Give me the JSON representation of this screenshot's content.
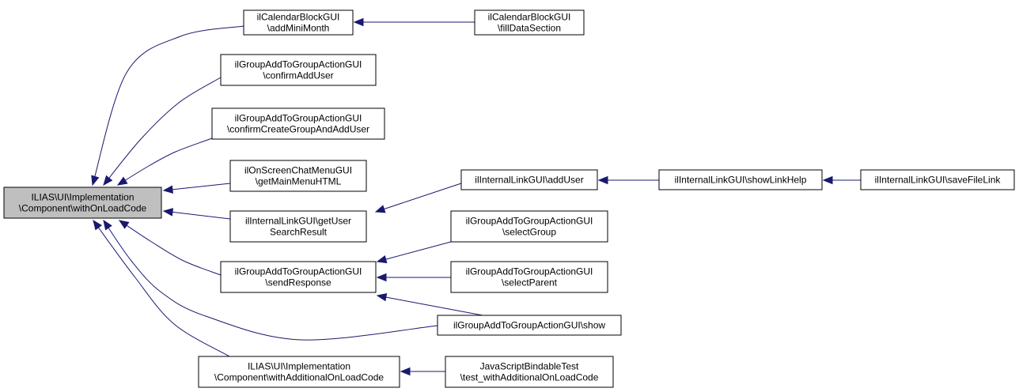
{
  "nodes": [
    {
      "id": "n0",
      "name": "node-withonloadcode",
      "root": true,
      "lines": [
        "ILIAS\\UI\\Implementation",
        "\\Component\\withOnLoadCode"
      ]
    },
    {
      "id": "n1",
      "name": "node-calendarblock-addminimonth",
      "lines": [
        "ilCalendarBlockGUI",
        "\\addMiniMonth"
      ]
    },
    {
      "id": "n2",
      "name": "node-calendarblock-filldatasection",
      "lines": [
        "ilCalendarBlockGUI",
        "\\fillDataSection"
      ]
    },
    {
      "id": "n3",
      "name": "node-groupadd-confirmadduser",
      "lines": [
        "ilGroupAddToGroupActionGUI",
        "\\confirmAddUser"
      ]
    },
    {
      "id": "n4",
      "name": "node-groupadd-confirmcreategroup",
      "lines": [
        "ilGroupAddToGroupActionGUI",
        "\\confirmCreateGroupAndAddUser"
      ]
    },
    {
      "id": "n5",
      "name": "node-onscreenchat-getmainmenuhtml",
      "lines": [
        "ilOnScreenChatMenuGUI",
        "\\getMainMenuHTML"
      ]
    },
    {
      "id": "n6",
      "name": "node-internallink-getusersearchresult",
      "lines": [
        "ilInternalLinkGUI\\getUser",
        "SearchResult"
      ]
    },
    {
      "id": "n7",
      "name": "node-internallink-adduser",
      "lines": [
        "ilInternalLinkGUI\\addUser"
      ]
    },
    {
      "id": "n8",
      "name": "node-internallink-showlinkhelp",
      "lines": [
        "ilInternalLinkGUI\\showLinkHelp"
      ]
    },
    {
      "id": "n9",
      "name": "node-internallink-savefilelink",
      "lines": [
        "ilInternalLinkGUI\\saveFileLink"
      ]
    },
    {
      "id": "n10",
      "name": "node-groupadd-sendresponse",
      "lines": [
        "ilGroupAddToGroupActionGUI",
        "\\sendResponse"
      ]
    },
    {
      "id": "n11",
      "name": "node-groupadd-selectgroup",
      "lines": [
        "ilGroupAddToGroupActionGUI",
        "\\selectGroup"
      ]
    },
    {
      "id": "n12",
      "name": "node-groupadd-selectparent",
      "lines": [
        "ilGroupAddToGroupActionGUI",
        "\\selectParent"
      ]
    },
    {
      "id": "n13",
      "name": "node-groupadd-show",
      "lines": [
        "ilGroupAddToGroupActionGUI\\show"
      ]
    },
    {
      "id": "n14",
      "name": "node-withadditionalonloadcode",
      "lines": [
        "ILIAS\\UI\\Implementation",
        "\\Component\\withAdditionalOnLoadCode"
      ]
    },
    {
      "id": "n15",
      "name": "node-jsbindabletest",
      "lines": [
        "JavaScriptBindableTest",
        "\\test_withAdditionalOnLoadCode"
      ]
    }
  ],
  "edges": [
    {
      "from": "n1",
      "to": "n0"
    },
    {
      "from": "n3",
      "to": "n0"
    },
    {
      "from": "n4",
      "to": "n0"
    },
    {
      "from": "n5",
      "to": "n0"
    },
    {
      "from": "n6",
      "to": "n0"
    },
    {
      "from": "n10",
      "to": "n0"
    },
    {
      "from": "n13",
      "to": "n0"
    },
    {
      "from": "n14",
      "to": "n0"
    },
    {
      "from": "n2",
      "to": "n1"
    },
    {
      "from": "n7",
      "to": "n6"
    },
    {
      "from": "n8",
      "to": "n7"
    },
    {
      "from": "n9",
      "to": "n8"
    },
    {
      "from": "n11",
      "to": "n10"
    },
    {
      "from": "n12",
      "to": "n10"
    },
    {
      "from": "n13",
      "to": "n10"
    },
    {
      "from": "n15",
      "to": "n14"
    }
  ]
}
